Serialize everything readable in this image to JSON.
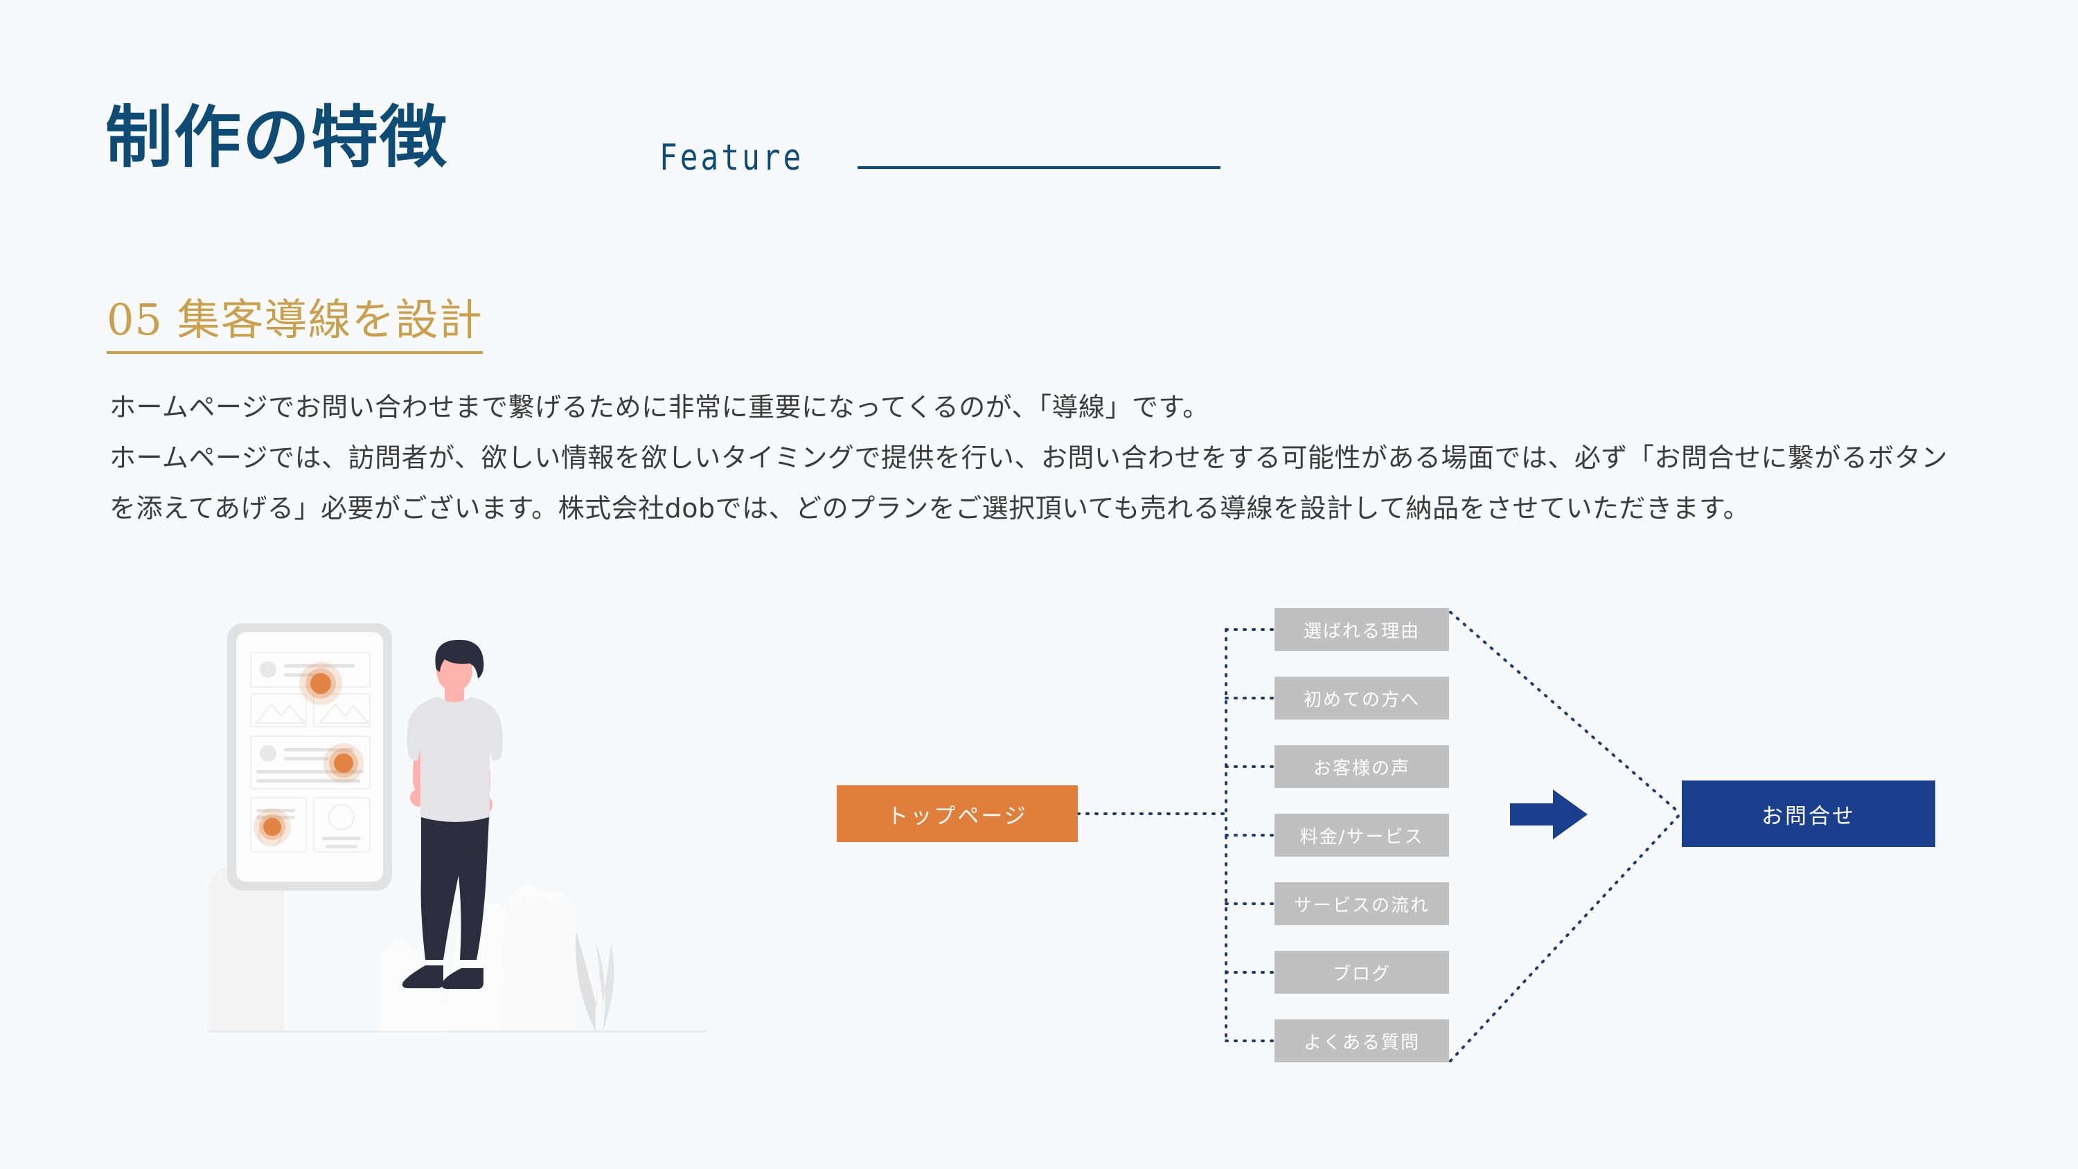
{
  "page": {
    "background_color": "#F8F9FA"
  },
  "header": {
    "title": "制作の特徴",
    "subtitle": "Feature",
    "title_color": "#0E4B75",
    "rule_color": "#0E4B75"
  },
  "section": {
    "number": "05",
    "heading": "05  集客導線を設計",
    "heading_color": "#C9A14E",
    "body_paragraphs": [
      "ホームページでお問い合わせまで繋げるために非常に重要になってくるのが、「導線」です。",
      "ホームページでは、訪問者が、欲しい情報を欲しいタイミングで提供を行い、お問い合わせをする可能性がある場面では、必ず「お問合せに繋がるボタンを添えてあげる」必要がございます。株式会社dobでは、どのプランをご選択頂いても売れる導線を設計して納品をさせていただきます。"
    ],
    "body_color": "#3C3C3C"
  },
  "illustration": {
    "name": "person-with-tablet-wireframe",
    "device_frame_color": "#E2E2E2",
    "hotspot_color": "#E07E3C",
    "person_skin_color": "#FFB3AD",
    "person_hair_color": "#2B2C3E",
    "person_shirt_color": "#E4E4E6",
    "person_pants_color": "#2B2C3E"
  },
  "diagram": {
    "name": "conversion-flow-diagram",
    "entry_node": {
      "label": "トップページ",
      "color": "#E07E3C",
      "text_color": "#FFFFFF"
    },
    "middle_nodes": [
      {
        "label": "選ばれる理由"
      },
      {
        "label": "初めての方へ"
      },
      {
        "label": "お客様の声"
      },
      {
        "label": "料金/サービス"
      },
      {
        "label": "サービスの流れ"
      },
      {
        "label": "ブログ"
      },
      {
        "label": "よくある質問"
      }
    ],
    "middle_node_color": "#C0C0C0",
    "middle_node_text_color": "#FFFFFF",
    "arrow": {
      "name": "right-arrow-icon",
      "color": "#1B3F8F",
      "direction": "right"
    },
    "goal_node": {
      "label": "お問合せ",
      "color": "#1B3F8F",
      "text_color": "#FFFFFF"
    },
    "connector_color": "#1F3C6E",
    "connector_style": "dotted"
  }
}
